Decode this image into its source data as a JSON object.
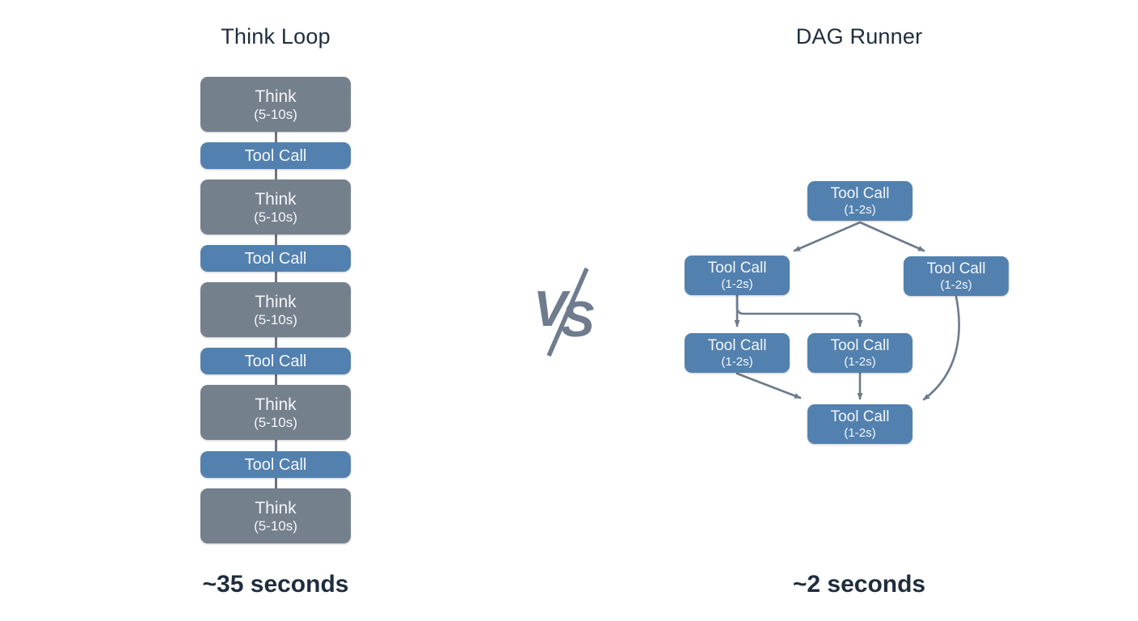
{
  "left_panel": {
    "title": "Think Loop",
    "total_label": "~35 seconds",
    "nodes": [
      {
        "label": "Think",
        "sublabel": "(5-10s)"
      },
      {
        "label": "Tool Call"
      },
      {
        "label": "Think",
        "sublabel": "(5-10s)"
      },
      {
        "label": "Tool Call"
      },
      {
        "label": "Think",
        "sublabel": "(5-10s)"
      },
      {
        "label": "Tool Call"
      },
      {
        "label": "Think",
        "sublabel": "(5-10s)"
      },
      {
        "label": "Tool Call"
      },
      {
        "label": "Think",
        "sublabel": "(5-10s)"
      }
    ]
  },
  "versus": {
    "v": "V",
    "s": "S"
  },
  "right_panel": {
    "title": "DAG Runner",
    "total_label": "~2 seconds",
    "nodes": {
      "root": {
        "label": "Tool Call",
        "sublabel": "(1-2s)"
      },
      "branch_left": {
        "label": "Tool Call",
        "sublabel": "(1-2s)"
      },
      "branch_right": {
        "label": "Tool Call",
        "sublabel": "(1-2s)"
      },
      "mid_left": {
        "label": "Tool Call",
        "sublabel": "(1-2s)"
      },
      "mid_center": {
        "label": "Tool Call",
        "sublabel": "(1-2s)"
      },
      "join": {
        "label": "Tool Call",
        "sublabel": "(1-2s)"
      }
    },
    "edges": [
      {
        "from": "root",
        "to": "branch_left"
      },
      {
        "from": "root",
        "to": "branch_right"
      },
      {
        "from": "branch_left",
        "to": "mid_left"
      },
      {
        "from": "branch_left",
        "to": "mid_center"
      },
      {
        "from": "mid_left",
        "to": "join"
      },
      {
        "from": "mid_center",
        "to": "join"
      },
      {
        "from": "branch_right",
        "to": "join"
      }
    ]
  },
  "colors": {
    "background": "#FFFFFF",
    "think_box": "#75808D",
    "tool_box": "#5381AF",
    "box_text": "#F3F6F9",
    "heading_text": "#1F2D3D",
    "arrow": "#6B7A8C",
    "connector": "#6E7580",
    "versus": "#6E7C8E"
  }
}
